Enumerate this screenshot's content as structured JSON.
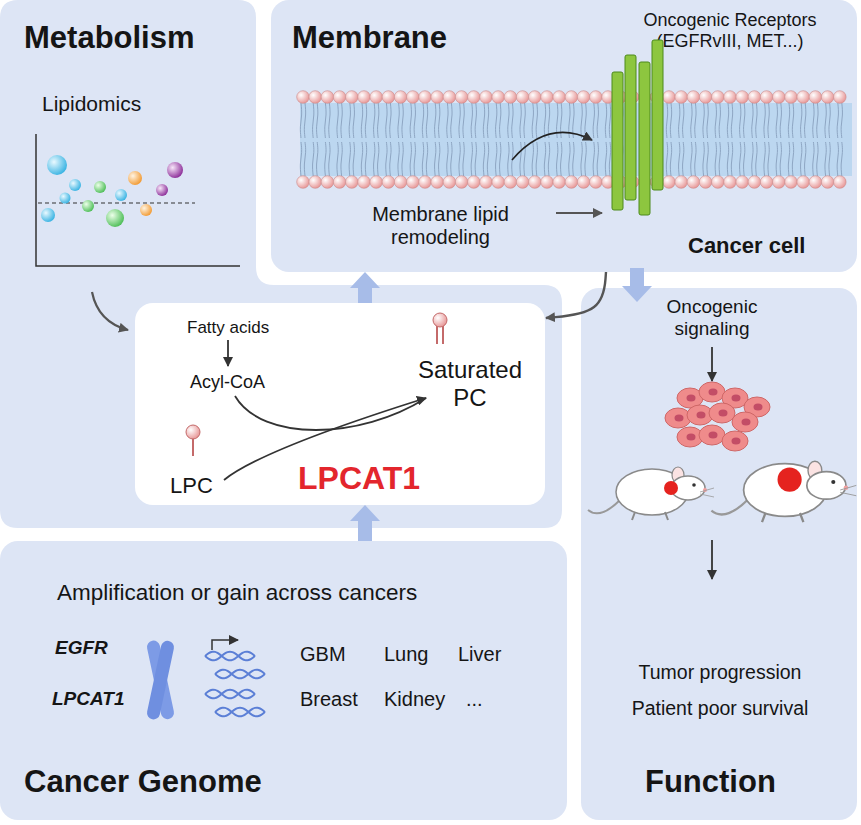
{
  "diagram": {
    "nodes": [
      {
        "text": [
          "Metabolism",
          "Lipidomics"
        ]
      },
      {
        "text": [
          "Membrane",
          "Oncogenic Receptors (EGFRvIII, MET...)",
          "Membrane lipid remodeling",
          "Cancer cell"
        ]
      },
      {
        "text": [
          "Fatty acids",
          "Acyl-CoA",
          "Saturated PC",
          "LPC",
          "LPCAT1"
        ],
        "in": 0
      },
      {
        "text": [
          "Function",
          "Oncogenic signaling",
          "Tumor progression",
          "Patient poor survival"
        ]
      },
      {
        "text": [
          "Cancer Genome",
          "Amplification or gain across cancers",
          "EGFR",
          "LPCAT1",
          "GBM",
          "Lung",
          "Liver",
          "Breast",
          "Kidney",
          "..."
        ]
      }
    ],
    "edges": [
      {
        "from": 4,
        "to": 2,
        "arrow": "to"
      },
      {
        "from": 2,
        "to": 1,
        "arrow": "to"
      },
      {
        "from": 1,
        "to": 3,
        "arrow": "to"
      },
      {
        "from": 1,
        "to": 2,
        "arrow": "to"
      }
    ]
  }
}
